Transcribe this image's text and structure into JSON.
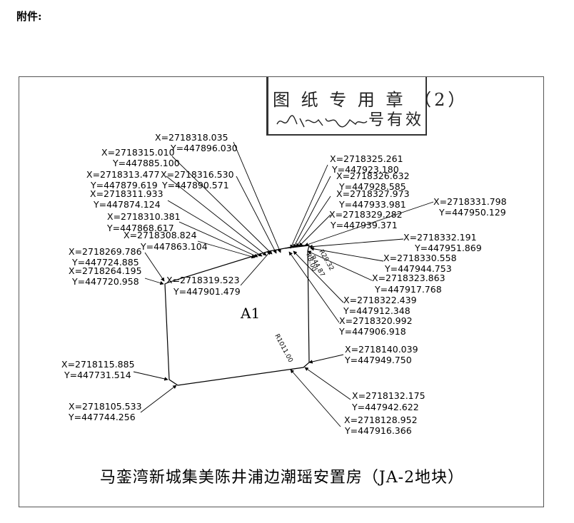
{
  "attachment_label": "附件:",
  "stamp": {
    "line1": "",
    "line2": "图 纸 专 用 章 （2）",
    "line3": "号有效"
  },
  "parcel_label": "A1",
  "caption": "马銮湾新城集美陈井浦边潮瑶安置房（JA-2地块）",
  "radius_labels": [
    "R8.00",
    "R29.32",
    "R44.87",
    "R1011.00"
  ],
  "coordinates": [
    {
      "x": "X=2718318.035",
      "y": "Y=447896.030"
    },
    {
      "x": "X=2718315.010",
      "y": "Y=447885.100"
    },
    {
      "x": "X=2718313.477",
      "y": "Y=447879.619"
    },
    {
      "x": "X=2718316.530",
      "y": "Y=447890.571"
    },
    {
      "x": "X=2718311.933",
      "y": "Y=447874.124"
    },
    {
      "x": "X=2718310.381",
      "y": "Y=447868.617"
    },
    {
      "x": "X=2718308.824",
      "y": "Y=447863.104"
    },
    {
      "x": "X=2718269.786",
      "y": "Y=447724.885"
    },
    {
      "x": "X=2718264.195",
      "y": "Y=447720.958"
    },
    {
      "x": "X=2718319.523",
      "y": "Y=447901.479"
    },
    {
      "x": "X=2718325.261",
      "y": "Y=447923.180"
    },
    {
      "x": "X=2718326.632",
      "y": "Y=447928.585"
    },
    {
      "x": "X=2718327.973",
      "y": "Y=447933.981"
    },
    {
      "x": "X=2718329.282",
      "y": "Y=447939.371"
    },
    {
      "x": "X=2718331.798",
      "y": "Y=447950.129"
    },
    {
      "x": "X=2718332.191",
      "y": "Y=447951.869"
    },
    {
      "x": "X=2718330.558",
      "y": "Y=447944.753"
    },
    {
      "x": "X=2718323.863",
      "y": "Y=447917.768"
    },
    {
      "x": "X=2718322.439",
      "y": "Y=447912.348"
    },
    {
      "x": "X=2718320.992",
      "y": "Y=447906.918"
    },
    {
      "x": "X=2718140.039",
      "y": "Y=447949.750"
    },
    {
      "x": "X=2718115.885",
      "y": "Y=447731.514"
    },
    {
      "x": "X=2718105.533",
      "y": "Y=447744.256"
    },
    {
      "x": "X=2718132.175",
      "y": "Y=447942.622"
    },
    {
      "x": "X=2718128.952",
      "y": "Y=447916.366"
    }
  ]
}
